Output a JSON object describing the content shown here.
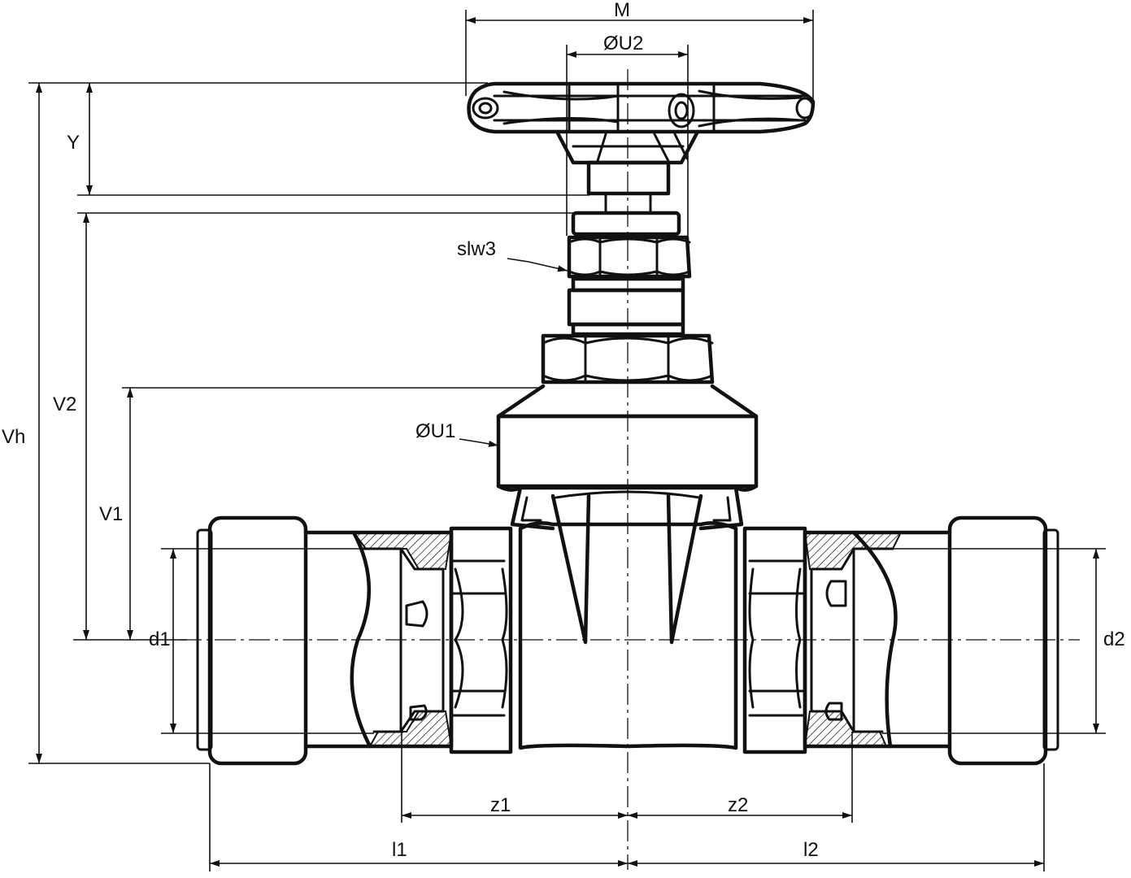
{
  "labels": {
    "M": "M",
    "U2": "ØU2",
    "Y": "Y",
    "slw3": "slw3",
    "V2": "V2",
    "Vh": "Vh",
    "U1": "ØU1",
    "V1": "V1",
    "d1": "d1",
    "d2": "d2",
    "z1": "z1",
    "z2": "z2",
    "l1": "l1",
    "l2": "l2"
  }
}
